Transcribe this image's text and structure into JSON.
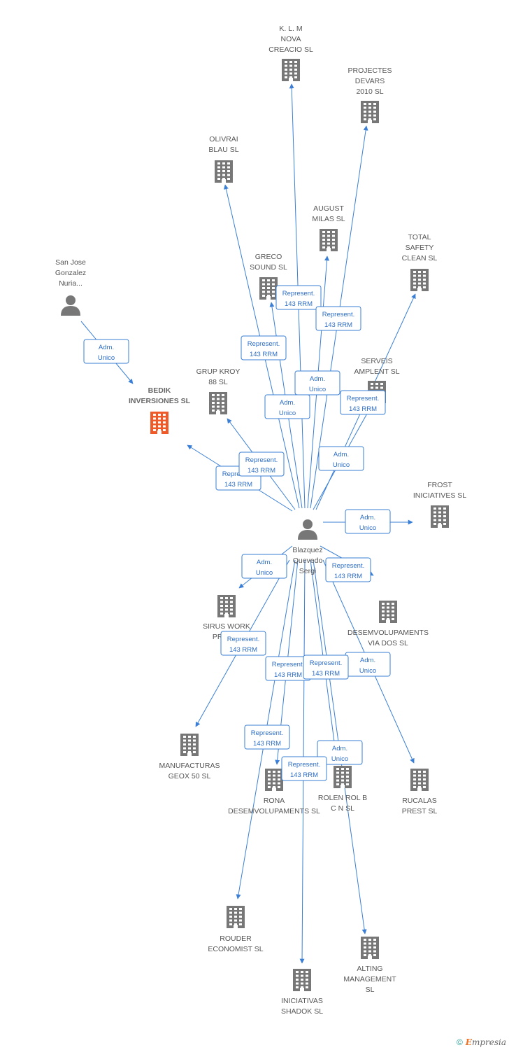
{
  "companies": [
    {
      "id": "klm",
      "label": [
        "K.  L. M",
        "NOVA",
        "CREACIO SL"
      ]
    },
    {
      "id": "projectes",
      "label": [
        "PROJECTES",
        "DEVARS",
        "2010 SL"
      ]
    },
    {
      "id": "olivrai",
      "label": [
        "OLIVRAI",
        "BLAU SL"
      ]
    },
    {
      "id": "august",
      "label": [
        "AUGUST",
        "MILAS  SL"
      ]
    },
    {
      "id": "total",
      "label": [
        "TOTAL",
        "SAFETY",
        "CLEAN  SL"
      ]
    },
    {
      "id": "greco",
      "label": [
        "GRECO",
        "SOUND  SL"
      ]
    },
    {
      "id": "serveis",
      "label": [
        "SERVEIS",
        "AMPLENT  SL"
      ]
    },
    {
      "id": "grupkroy",
      "label": [
        "GRUP KROY",
        "88 SL"
      ]
    },
    {
      "id": "bedik",
      "label": [
        "BEDIK",
        "INVERSIONES SL"
      ],
      "focus": true
    },
    {
      "id": "frost",
      "label": [
        "FROST",
        "INICIATIVES  SL"
      ]
    },
    {
      "id": "sirus",
      "label": [
        "SIRUS WORK",
        "PROM..."
      ]
    },
    {
      "id": "desem2",
      "label": [
        "DESEMVOLUPAMENTS",
        "VIA DOS SL"
      ]
    },
    {
      "id": "manuf",
      "label": [
        "MANUFACTURAS",
        "GEOX 50 SL"
      ]
    },
    {
      "id": "rona",
      "label": [
        "RONA",
        "DESEMVOLUPAMENTS SL"
      ]
    },
    {
      "id": "rolen",
      "label": [
        "ROLEN ROL B",
        "C N SL"
      ]
    },
    {
      "id": "rucalas",
      "label": [
        "RUCALAS",
        "PREST  SL"
      ]
    },
    {
      "id": "rouder",
      "label": [
        "ROUDER",
        "ECONOMIST SL"
      ]
    },
    {
      "id": "alting",
      "label": [
        "ALTING",
        "MANAGEMENT",
        "SL"
      ]
    },
    {
      "id": "iniciativas",
      "label": [
        "INICIATIVAS",
        "SHADOK SL"
      ]
    }
  ],
  "persons": [
    {
      "id": "sanjose",
      "label": [
        "San Jose",
        "Gonzalez",
        "Nuria..."
      ]
    },
    {
      "id": "blazquez",
      "label": [
        "Blazquez",
        "Quevedo",
        "Sergi"
      ]
    }
  ],
  "relations": [
    {
      "from": "sanjose",
      "to": "bedik",
      "label": [
        "Adm.",
        "Unico"
      ]
    },
    {
      "from": "blazquez",
      "to": "bedik",
      "label": [
        "Represent.",
        "143 RRM"
      ]
    },
    {
      "from": "blazquez",
      "to": "grupkroy",
      "label": [
        "Represent.",
        "143 RRM"
      ]
    },
    {
      "from": "blazquez",
      "to": "olivrai",
      "label": [
        "Represent.",
        "143 RRM"
      ]
    },
    {
      "from": "blazquez",
      "to": "greco",
      "label": [
        "Adm.",
        "Unico"
      ]
    },
    {
      "from": "blazquez",
      "to": "klm",
      "label": [
        "Represent.",
        "143 RRM"
      ]
    },
    {
      "from": "blazquez",
      "to": "august",
      "label": [
        "Adm.",
        "Unico"
      ]
    },
    {
      "from": "blazquez",
      "to": "projectes",
      "label": [
        "Represent.",
        "143 RRM"
      ]
    },
    {
      "from": "blazquez",
      "to": "serveis",
      "label": [
        "Adm.",
        "Unico"
      ]
    },
    {
      "from": "blazquez",
      "to": "total",
      "label": [
        "Represent.",
        "143 RRM"
      ]
    },
    {
      "from": "blazquez",
      "to": "frost",
      "label": [
        "Adm.",
        "Unico"
      ]
    },
    {
      "from": "blazquez",
      "to": "sirus",
      "label": [
        "Adm.",
        "Unico"
      ]
    },
    {
      "from": "blazquez",
      "to": "desem2",
      "label": [
        "Represent.",
        "143 RRM"
      ]
    },
    {
      "from": "blazquez",
      "to": "manuf",
      "label": [
        "Represent.",
        "143 RRM"
      ]
    },
    {
      "from": "blazquez",
      "to": "rona",
      "label": [
        "Represent.",
        "143 RRM"
      ]
    },
    {
      "from": "blazquez",
      "to": "rucalas",
      "label": [
        "Adm.",
        "Unico"
      ]
    },
    {
      "from": "blazquez",
      "to": "rouder",
      "label": [
        "Represent.",
        "143 RRM"
      ]
    },
    {
      "from": "blazquez",
      "to": "alting",
      "label": [
        "Adm.",
        "Unico"
      ]
    },
    {
      "from": "blazquez",
      "to": "iniciativas",
      "label": [
        "Represent.",
        "143 RRM"
      ]
    },
    {
      "from": "blazquez",
      "to": "rolen",
      "label": [
        "Represent.",
        "143 RRM"
      ]
    }
  ],
  "colors": {
    "edge": "#3a7fd5",
    "company_icon": "#777777",
    "focus_icon": "#f05a28",
    "person_icon": "#777777"
  },
  "brand": {
    "copyright": "©",
    "initial": "E",
    "rest": "mpresia"
  }
}
